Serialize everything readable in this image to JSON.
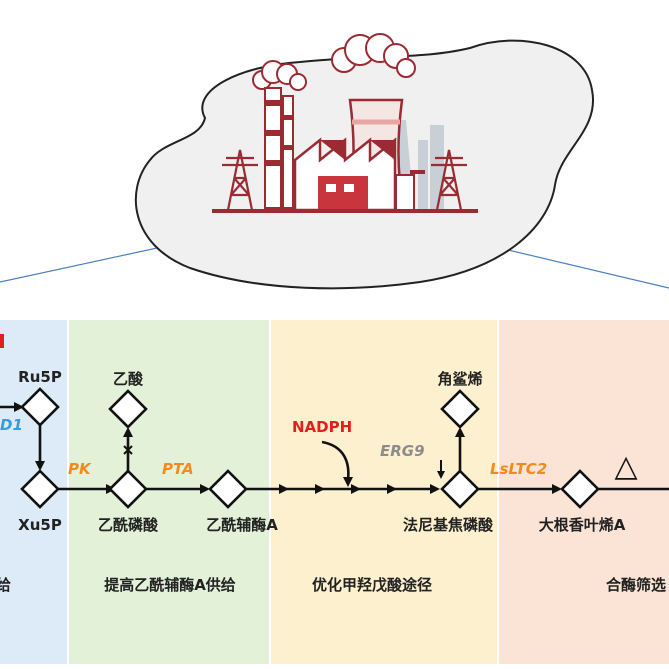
{
  "colors": {
    "panel_blue": "#dcebf7",
    "panel_green": "#e3f1d9",
    "panel_yellow": "#fdf0cf",
    "panel_peach": "#fbe3d6",
    "enzyme_orange": "#f28a1d",
    "enzyme_blue": "#3a9bd8",
    "enzyme_gray": "#8c8c8c",
    "nadph_red": "#e0201b",
    "factory_red": "#9c2a32",
    "cell_fill": "#f1f0f0"
  },
  "illustration": {
    "subject": "factory-in-yeast-cell",
    "icon": "factory-icon"
  },
  "metabolites": {
    "ru5p": "Ru5P",
    "xu5p": "Xu5P",
    "acetic_acid": "乙酸",
    "acetyl_phosphate": "乙酰磷酸",
    "acetyl_coa": "乙酰辅酶A",
    "fpp": "法尼基焦磷酸",
    "squalene": "角鲨烯",
    "germacrene_a": "大根香叶烯A"
  },
  "enzymes": {
    "rpe1": "D1",
    "pk": "PK",
    "pta": "PTA",
    "erg9": "ERG9",
    "lsltc2": "LsLTC2"
  },
  "cofactor": "NADPH",
  "sections": {
    "s1": "给",
    "s2": "提高乙酰辅酶A供给",
    "s3": "优化甲羟戊酸途径",
    "s4": "合酶筛选"
  },
  "product_symbol": "△"
}
